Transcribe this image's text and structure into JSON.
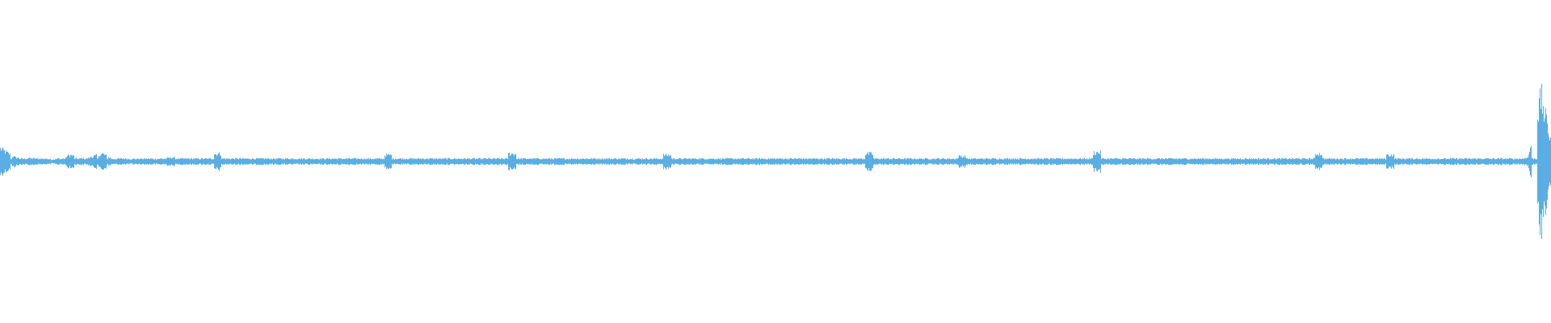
{
  "waveform": {
    "color": "#5aaee3",
    "background": "#ffffff",
    "duration_fraction_points": [
      {
        "t": 0.0,
        "amp": 0.1
      },
      {
        "t": 0.004,
        "amp": 0.07
      },
      {
        "t": 0.01,
        "amp": 0.03
      },
      {
        "t": 0.02,
        "amp": 0.025
      },
      {
        "t": 0.035,
        "amp": 0.015
      },
      {
        "t": 0.045,
        "amp": 0.05
      },
      {
        "t": 0.055,
        "amp": 0.02
      },
      {
        "t": 0.06,
        "amp": 0.04
      },
      {
        "t": 0.066,
        "amp": 0.06
      },
      {
        "t": 0.072,
        "amp": 0.02
      },
      {
        "t": 0.085,
        "amp": 0.02
      },
      {
        "t": 0.1,
        "amp": 0.02
      },
      {
        "t": 0.11,
        "amp": 0.03
      },
      {
        "t": 0.14,
        "amp": 0.06
      },
      {
        "t": 0.25,
        "amp": 0.05
      },
      {
        "t": 0.33,
        "amp": 0.06
      },
      {
        "t": 0.43,
        "amp": 0.05
      },
      {
        "t": 0.56,
        "amp": 0.06
      },
      {
        "t": 0.62,
        "amp": 0.04
      },
      {
        "t": 0.707,
        "amp": 0.07
      },
      {
        "t": 0.85,
        "amp": 0.06
      },
      {
        "t": 0.896,
        "amp": 0.05
      },
      {
        "t": 0.985,
        "amp": 0.03
      },
      {
        "t": 0.9935,
        "amp": 0.5
      },
      {
        "t": 0.996,
        "amp": 0.35
      },
      {
        "t": 0.999,
        "amp": 0.2
      }
    ]
  }
}
